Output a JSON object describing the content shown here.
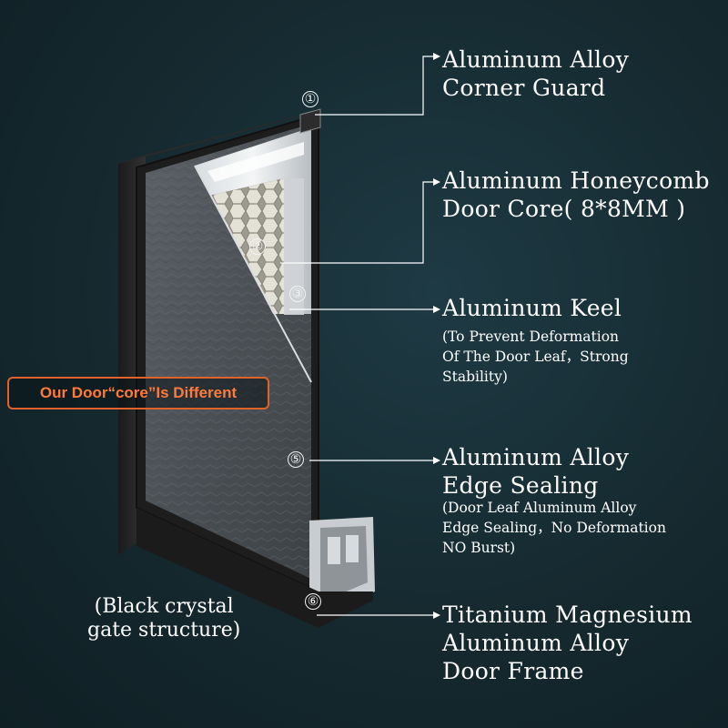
{
  "callouts": [
    {
      "number": "①",
      "title_lines": [
        "Aluminum Alloy",
        "Corner Guard"
      ],
      "note_lines": []
    },
    {
      "number": "②",
      "title_lines": [
        "Aluminum Honeycomb",
        "Door Core( 8*8MM )"
      ],
      "note_lines": []
    },
    {
      "number": "③",
      "title_lines": [
        "Aluminum Keel"
      ],
      "note_lines": [
        "(To Prevent Deformation",
        "Of The Door Leaf，Strong",
        "Stability)"
      ]
    },
    {
      "number": "⑤",
      "title_lines": [
        "Aluminum Alloy",
        "Edge Sealing"
      ],
      "note_lines": [
        "(Door Leaf Aluminum Alloy",
        "Edge Sealing，No Deformation",
        "NO Burst)"
      ]
    },
    {
      "number": "⑥",
      "title_lines": [
        "Titanium Magnesium",
        "Aluminum Alloy",
        "Door Frame"
      ],
      "note_lines": []
    }
  ],
  "badge": "Our Door“core”Is Different",
  "structure_caption_lines": [
    "(Black crystal",
    "gate structure)"
  ],
  "colors": {
    "background": "#15292f",
    "badge_accent": "#e0612a",
    "text": "#ffffff"
  }
}
